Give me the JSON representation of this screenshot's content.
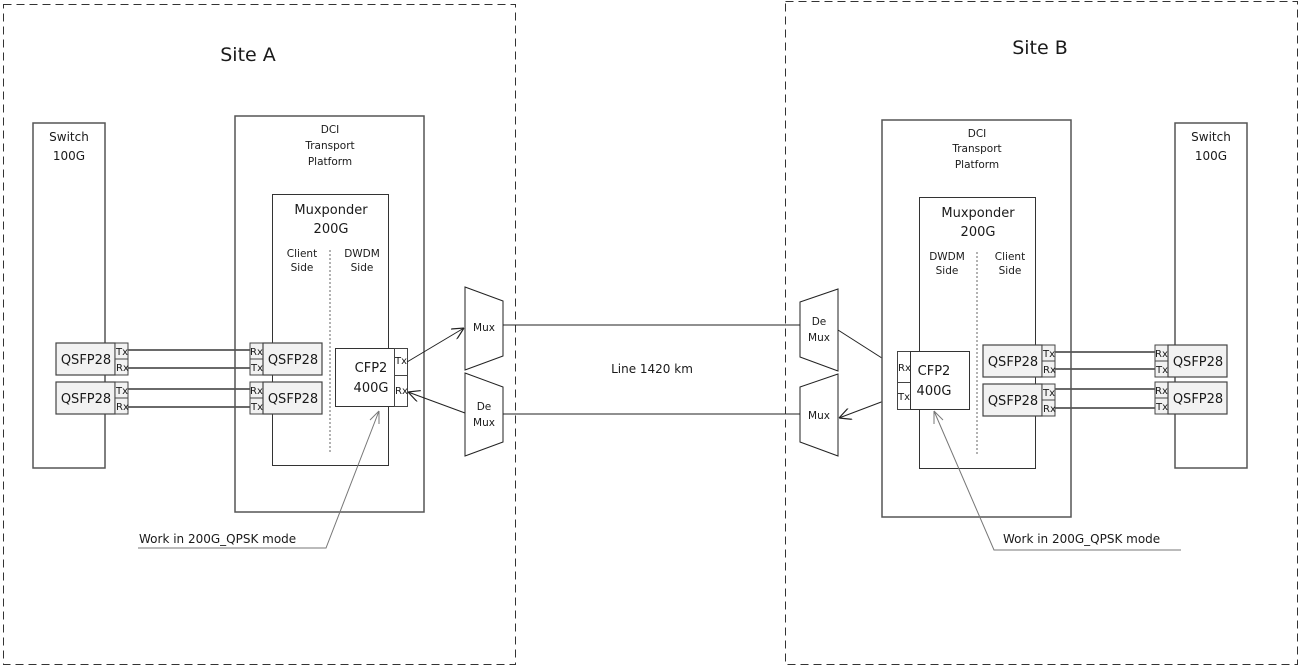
{
  "diagram": {
    "site_a": {
      "title": "Site A",
      "switch": {
        "line1": "Switch",
        "line2": "100G"
      },
      "platform": {
        "line1": "DCI",
        "line2": "Transport",
        "line3": "Platform"
      },
      "muxponder": {
        "line1": "Muxponder",
        "line2": "200G",
        "client_side": [
          "Client",
          "Side"
        ],
        "dwdm_side": [
          "DWDM",
          "Side"
        ]
      },
      "switch_modules": [
        {
          "label": "QSFP28",
          "ports": [
            "Tx",
            "Rx"
          ]
        },
        {
          "label": "QSFP28",
          "ports": [
            "Tx",
            "Rx"
          ]
        }
      ],
      "muxponder_modules": [
        {
          "label": "QSFP28",
          "ports": [
            "Rx",
            "Tx"
          ]
        },
        {
          "label": "QSFP28",
          "ports": [
            "Rx",
            "Tx"
          ]
        }
      ],
      "line_module": {
        "line1": "CFP2",
        "line2": "400G",
        "ports": [
          "Tx",
          "Rx"
        ]
      },
      "mux": "Mux",
      "demux": [
        "De",
        "Mux"
      ],
      "callout": "Work in 200G_QPSK mode"
    },
    "site_b": {
      "title": "Site B",
      "switch": {
        "line1": "Switch",
        "line2": "100G"
      },
      "platform": {
        "line1": "DCI",
        "line2": "Transport",
        "line3": "Platform"
      },
      "muxponder": {
        "line1": "Muxponder",
        "line2": "200G",
        "dwdm_side": [
          "DWDM",
          "Side"
        ],
        "client_side": [
          "Client",
          "Side"
        ]
      },
      "switch_modules": [
        {
          "label": "QSFP28",
          "ports": [
            "Rx",
            "Tx"
          ]
        },
        {
          "label": "QSFP28",
          "ports": [
            "Rx",
            "Tx"
          ]
        }
      ],
      "muxponder_modules": [
        {
          "label": "QSFP28",
          "ports": [
            "Tx",
            "Rx"
          ]
        },
        {
          "label": "QSFP28",
          "ports": [
            "Tx",
            "Rx"
          ]
        }
      ],
      "line_module": {
        "line1": "CFP2",
        "line2": "400G",
        "ports": [
          "Rx",
          "Tx"
        ]
      },
      "demux": [
        "De",
        "Mux"
      ],
      "mux": "Mux",
      "callout": "Work in 200G_QPSK mode"
    },
    "link": {
      "label": "Line 1420 km"
    }
  }
}
